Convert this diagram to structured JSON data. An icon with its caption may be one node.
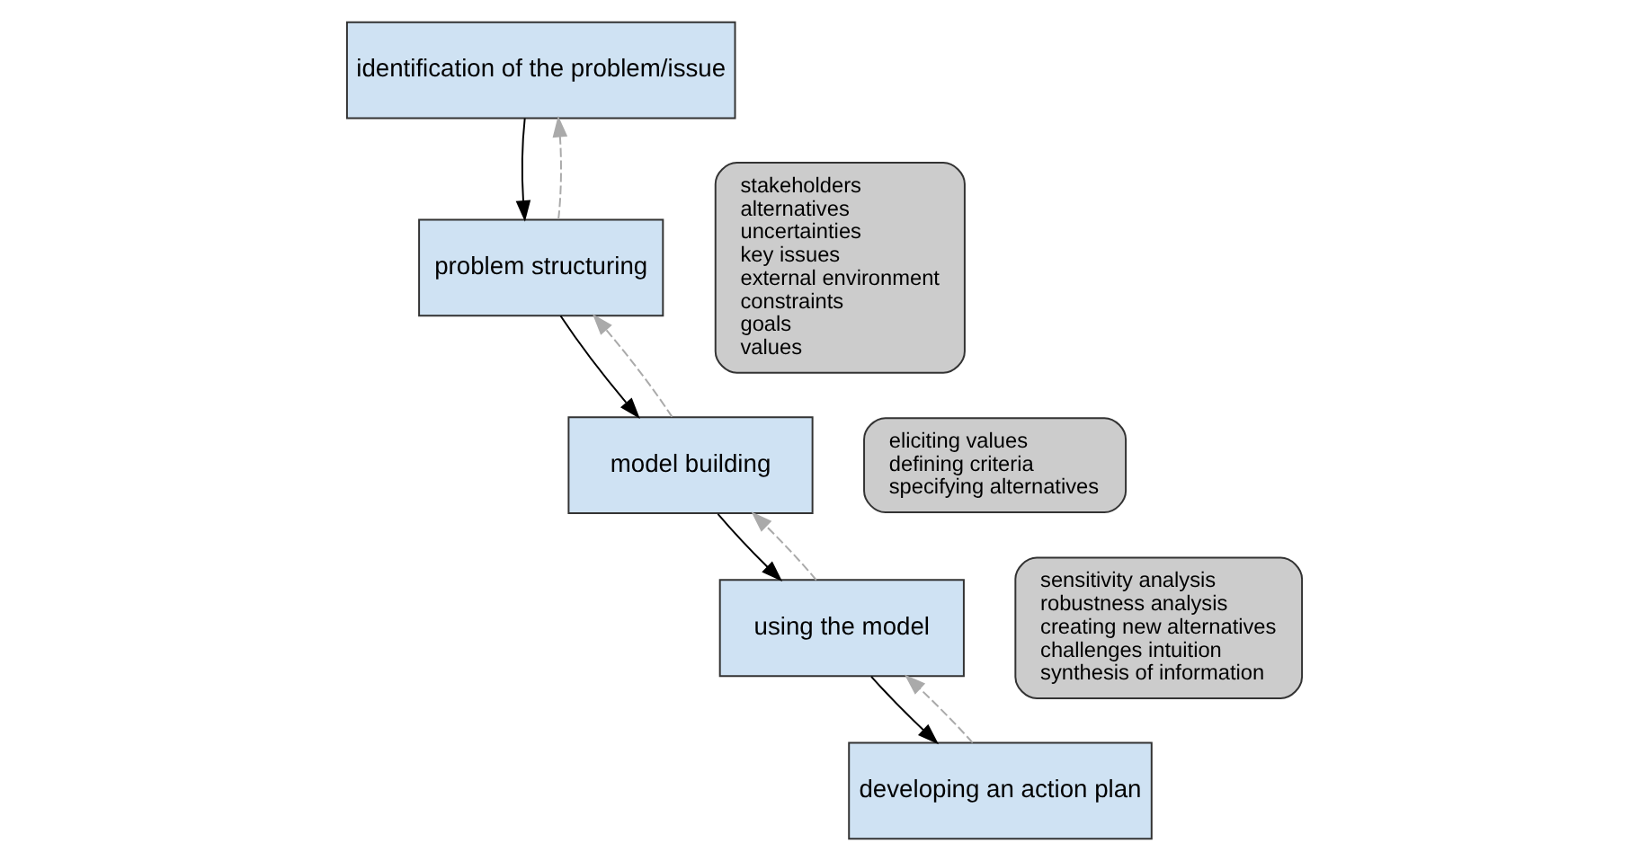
{
  "diagram": {
    "nodes": [
      {
        "text": [
          "identification of the problem/issue"
        ]
      },
      {
        "text": [
          "problem structuring"
        ]
      },
      {
        "text": [
          "stakeholders",
          "alternatives",
          "uncertainties",
          "key issues",
          "external environment",
          "constraints",
          "goals",
          "values"
        ]
      },
      {
        "text": [
          "model building"
        ]
      },
      {
        "text": [
          "eliciting values",
          "defining criteria",
          "specifying alternatives"
        ]
      },
      {
        "text": [
          "using the model"
        ]
      },
      {
        "text": [
          "sensitivity analysis",
          "robustness analysis",
          "creating new alternatives",
          "challenges intuition",
          "synthesis of information"
        ]
      },
      {
        "text": [
          "developing an action plan"
        ]
      }
    ],
    "edges": [
      {
        "from": 0,
        "to": 1,
        "arrow": "to"
      },
      {
        "from": 1,
        "to": 3,
        "arrow": "to"
      },
      {
        "from": 3,
        "to": 5,
        "arrow": "to"
      },
      {
        "from": 5,
        "to": 7,
        "arrow": "to"
      },
      {
        "from": 1,
        "to": 0,
        "arrow": "to",
        "style": "dashed",
        "color": "#aaaaaa"
      },
      {
        "from": 3,
        "to": 1,
        "arrow": "to",
        "style": "dashed",
        "color": "#aaaaaa"
      },
      {
        "from": 5,
        "to": 3,
        "arrow": "to",
        "style": "dashed",
        "color": "#aaaaaa"
      },
      {
        "from": 7,
        "to": 5,
        "arrow": "to",
        "style": "dashed",
        "color": "#aaaaaa"
      }
    ]
  }
}
